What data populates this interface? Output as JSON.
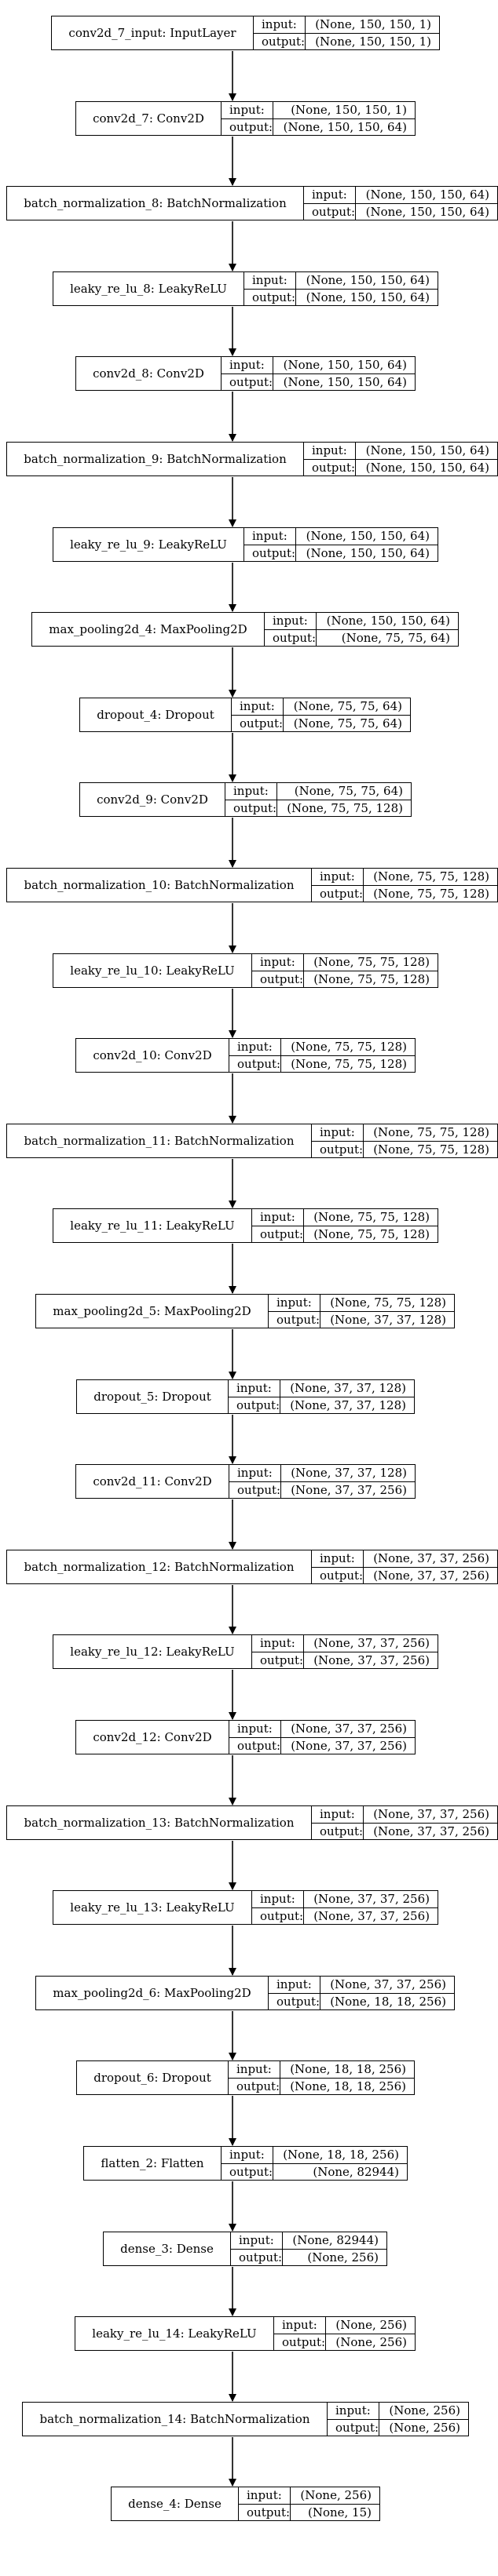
{
  "layers": [
    {
      "name": "conv2d_7_input: InputLayer",
      "input": "(None, 150, 150, 1)",
      "output": "(None, 150, 150, 1)"
    },
    {
      "name": "conv2d_7: Conv2D",
      "input": "(None, 150, 150, 1)",
      "output": "(None, 150, 150, 64)"
    },
    {
      "name": "batch_normalization_8: BatchNormalization",
      "input": "(None, 150, 150, 64)",
      "output": "(None, 150, 150, 64)"
    },
    {
      "name": "leaky_re_lu_8: LeakyReLU",
      "input": "(None, 150, 150, 64)",
      "output": "(None, 150, 150, 64)"
    },
    {
      "name": "conv2d_8: Conv2D",
      "input": "(None, 150, 150, 64)",
      "output": "(None, 150, 150, 64)"
    },
    {
      "name": "batch_normalization_9: BatchNormalization",
      "input": "(None, 150, 150, 64)",
      "output": "(None, 150, 150, 64)"
    },
    {
      "name": "leaky_re_lu_9: LeakyReLU",
      "input": "(None, 150, 150, 64)",
      "output": "(None, 150, 150, 64)"
    },
    {
      "name": "max_pooling2d_4: MaxPooling2D",
      "input": "(None, 150, 150, 64)",
      "output": "(None, 75, 75, 64)"
    },
    {
      "name": "dropout_4: Dropout",
      "input": "(None, 75, 75, 64)",
      "output": "(None, 75, 75, 64)"
    },
    {
      "name": "conv2d_9: Conv2D",
      "input": "(None, 75, 75, 64)",
      "output": "(None, 75, 75, 128)"
    },
    {
      "name": "batch_normalization_10: BatchNormalization",
      "input": "(None, 75, 75, 128)",
      "output": "(None, 75, 75, 128)"
    },
    {
      "name": "leaky_re_lu_10: LeakyReLU",
      "input": "(None, 75, 75, 128)",
      "output": "(None, 75, 75, 128)"
    },
    {
      "name": "conv2d_10: Conv2D",
      "input": "(None, 75, 75, 128)",
      "output": "(None, 75, 75, 128)"
    },
    {
      "name": "batch_normalization_11: BatchNormalization",
      "input": "(None, 75, 75, 128)",
      "output": "(None, 75, 75, 128)"
    },
    {
      "name": "leaky_re_lu_11: LeakyReLU",
      "input": "(None, 75, 75, 128)",
      "output": "(None, 75, 75, 128)"
    },
    {
      "name": "max_pooling2d_5: MaxPooling2D",
      "input": "(None, 75, 75, 128)",
      "output": "(None, 37, 37, 128)"
    },
    {
      "name": "dropout_5: Dropout",
      "input": "(None, 37, 37, 128)",
      "output": "(None, 37, 37, 128)"
    },
    {
      "name": "conv2d_11: Conv2D",
      "input": "(None, 37, 37, 128)",
      "output": "(None, 37, 37, 256)"
    },
    {
      "name": "batch_normalization_12: BatchNormalization",
      "input": "(None, 37, 37, 256)",
      "output": "(None, 37, 37, 256)"
    },
    {
      "name": "leaky_re_lu_12: LeakyReLU",
      "input": "(None, 37, 37, 256)",
      "output": "(None, 37, 37, 256)"
    },
    {
      "name": "conv2d_12: Conv2D",
      "input": "(None, 37, 37, 256)",
      "output": "(None, 37, 37, 256)"
    },
    {
      "name": "batch_normalization_13: BatchNormalization",
      "input": "(None, 37, 37, 256)",
      "output": "(None, 37, 37, 256)"
    },
    {
      "name": "leaky_re_lu_13: LeakyReLU",
      "input": "(None, 37, 37, 256)",
      "output": "(None, 37, 37, 256)"
    },
    {
      "name": "max_pooling2d_6: MaxPooling2D",
      "input": "(None, 37, 37, 256)",
      "output": "(None, 18, 18, 256)"
    },
    {
      "name": "dropout_6: Dropout",
      "input": "(None, 18, 18, 256)",
      "output": "(None, 18, 18, 256)"
    },
    {
      "name": "flatten_2: Flatten",
      "input": "(None, 18, 18, 256)",
      "output": "(None, 82944)"
    },
    {
      "name": "dense_3: Dense",
      "input": "(None, 82944)",
      "output": "(None, 256)"
    },
    {
      "name": "leaky_re_lu_14: LeakyReLU",
      "input": "(None, 256)",
      "output": "(None, 256)"
    },
    {
      "name": "batch_normalization_14: BatchNormalization",
      "input": "(None, 256)",
      "output": "(None, 256)"
    },
    {
      "name": "dense_4: Dense",
      "input": "(None, 256)",
      "output": "(None, 15)"
    }
  ],
  "labels": {
    "input": "input:",
    "output": "output:"
  }
}
